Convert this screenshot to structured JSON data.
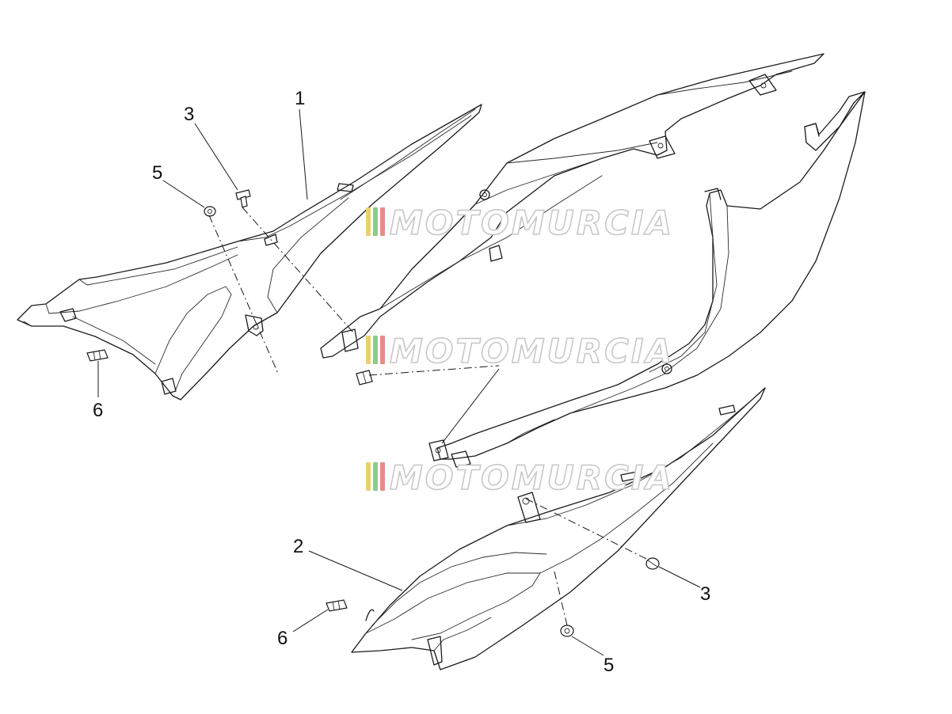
{
  "diagram": {
    "callouts": [
      {
        "id": "c1",
        "label": "1"
      },
      {
        "id": "c2",
        "label": "2"
      },
      {
        "id": "c3a",
        "label": "3"
      },
      {
        "id": "c3b",
        "label": "3"
      },
      {
        "id": "c5a",
        "label": "5"
      },
      {
        "id": "c5b",
        "label": "5"
      },
      {
        "id": "c6a",
        "label": "6"
      },
      {
        "id": "c6b",
        "label": "6"
      }
    ]
  },
  "watermark": {
    "text": "MOTOMURCIA",
    "stripe_colors": [
      "#e8d36a",
      "#8fc98f",
      "#e88a8a"
    ],
    "outline_color": "#c8c8c8"
  }
}
